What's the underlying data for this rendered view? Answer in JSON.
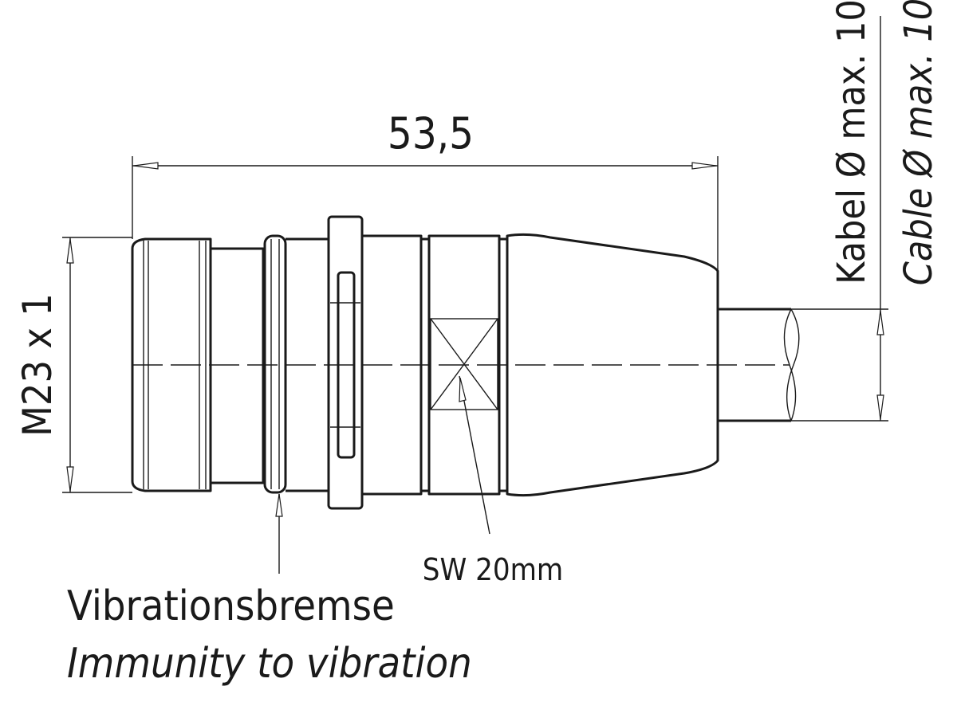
{
  "drawing": {
    "overall_length": "53,5",
    "thread_label": "M23 x 1",
    "cable_label_de": "Kabel Ø max. 10",
    "cable_label_en": "Cable Ø max. 10",
    "wrench_label": "SW 20mm",
    "vibration_label_de": "Vibrationsbremse",
    "vibration_label_en": "Immunity to vibration"
  },
  "colors": {
    "line": "#1a1a1a",
    "background": "#ffffff"
  }
}
